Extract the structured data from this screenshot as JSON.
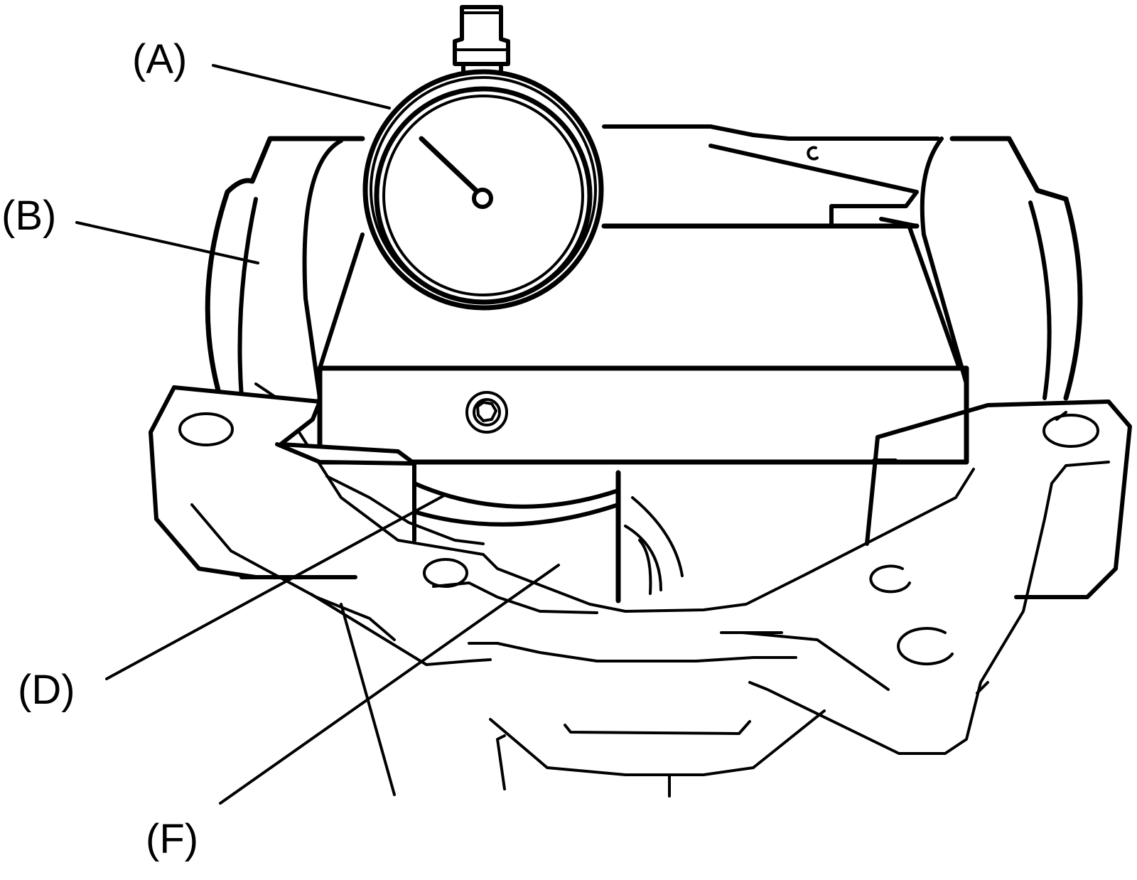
{
  "diagram": {
    "labels": {
      "A": "(A)",
      "B": "(B)",
      "D": "(D)",
      "F": "(F)"
    },
    "stroke_color": "#000000",
    "background_color": "#ffffff"
  }
}
